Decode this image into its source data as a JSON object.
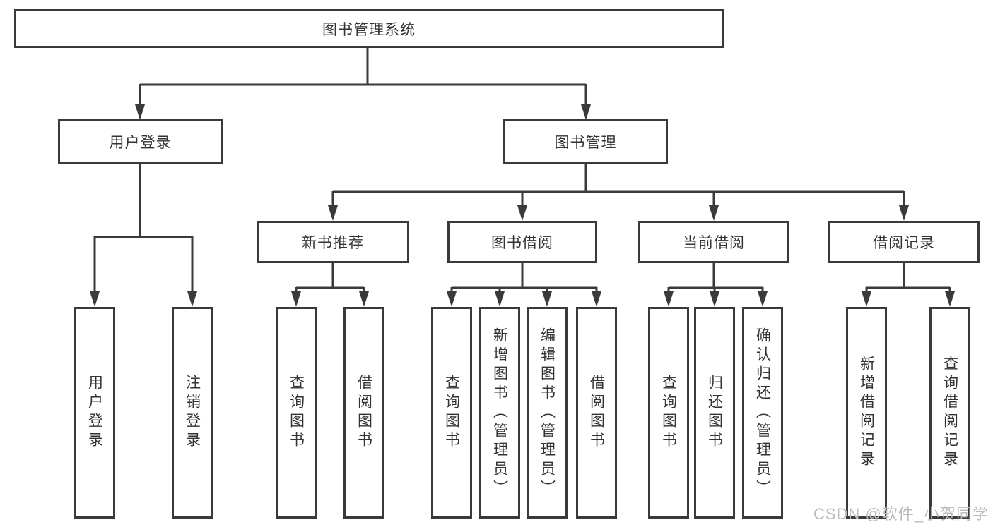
{
  "diagram": {
    "root": {
      "label": "图书管理系统"
    },
    "level2": {
      "user_login": {
        "label": "用户登录"
      },
      "book_mgmt": {
        "label": "图书管理"
      }
    },
    "level3": {
      "new_book_rec": {
        "label": "新书推荐"
      },
      "book_borrow": {
        "label": "图书借阅"
      },
      "current_borrow": {
        "label": "当前借阅"
      },
      "borrow_record": {
        "label": "借阅记录"
      }
    },
    "leaves": {
      "login_user": {
        "label": "用户登录",
        "parent": "用户登录"
      },
      "login_logout": {
        "label": "注销登录",
        "parent": "用户登录"
      },
      "rec_query": {
        "label": "查询图书",
        "parent": "新书推荐"
      },
      "rec_borrow": {
        "label": "借阅图书",
        "parent": "新书推荐"
      },
      "bb_query": {
        "label": "查询图书",
        "parent": "图书借阅"
      },
      "bb_add": {
        "label": "新增图书（管理员）",
        "parent": "图书借阅"
      },
      "bb_edit": {
        "label": "编辑图书（管理员）",
        "parent": "图书借阅"
      },
      "bb_borrow": {
        "label": "借阅图书",
        "parent": "图书借阅"
      },
      "cb_query": {
        "label": "查询图书",
        "parent": "当前借阅"
      },
      "cb_return": {
        "label": "归还图书",
        "parent": "当前借阅"
      },
      "cb_confirm": {
        "label": "确认归还（管理员）",
        "parent": "当前借阅"
      },
      "br_add": {
        "label": "新增借阅记录",
        "parent": "借阅记录"
      },
      "br_query": {
        "label": "查询借阅记录",
        "parent": "借阅记录"
      }
    }
  },
  "watermark": {
    "text": "CSDN @软件_小贺同学"
  },
  "colors": {
    "line": "#3a3a3a",
    "box_border": "#3a3a3a",
    "text": "#333333",
    "watermark": "#b9bbbf"
  }
}
